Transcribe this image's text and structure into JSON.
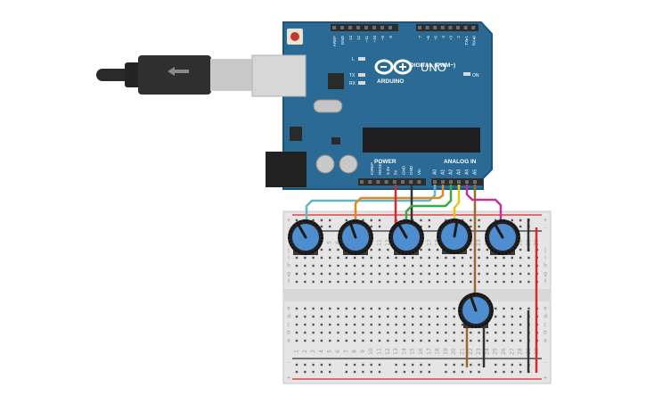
{
  "board": {
    "model": "UNO",
    "brand": "ARDUINO",
    "header_digital": "DIGITAL (PWM~)",
    "header_power": "POWER",
    "header_analog": "ANALOG IN",
    "led_l": "L",
    "led_tx": "TX",
    "led_rx": "RX",
    "led_on": "ON",
    "top_pins": [
      "AREF",
      "GND",
      "13",
      "12",
      "~11",
      "~10",
      "~9",
      "8",
      "7",
      "~6",
      "~5",
      "4",
      "~3",
      "2",
      "TX▸1",
      "RX◂0"
    ],
    "power_pins": [
      "IOREF",
      "RESET",
      "3.3V",
      "5V",
      "GND",
      "GND",
      "Vin"
    ],
    "analog_pins": [
      "A0",
      "A1",
      "A2",
      "A3",
      "A4",
      "A5"
    ]
  },
  "breadboard": {
    "row_letters_top": [
      "j",
      "i",
      "h",
      "g",
      "f"
    ],
    "row_letters_bottom": [
      "e",
      "d",
      "c",
      "b",
      "a"
    ],
    "column_numbers": [
      "1",
      "2",
      "3",
      "4",
      "5",
      "6",
      "7",
      "8",
      "9",
      "10",
      "11",
      "12",
      "13",
      "14",
      "15",
      "16",
      "17",
      "18",
      "19",
      "20",
      "21",
      "22",
      "23",
      "24",
      "25",
      "26",
      "27",
      "28",
      "29",
      "30"
    ],
    "rail_plus": "+",
    "rail_minus": "-"
  },
  "potentiometer_count": 6,
  "colors": {
    "board": "#2b6a95",
    "board_edge": "#1f5377",
    "header": "#2d2d2d",
    "pot_knob": "#4f8dd1",
    "wire_teal": "#66b7bd",
    "wire_orange": "#d98a2b",
    "wire_red": "#d42b2b",
    "wire_black": "#333333",
    "wire_green": "#3aa845",
    "wire_yellow": "#e6c619",
    "wire_brown": "#9a6a2e",
    "wire_magenta": "#c2329a",
    "rail_red": "#d42b2b",
    "rail_black": "#333333"
  }
}
